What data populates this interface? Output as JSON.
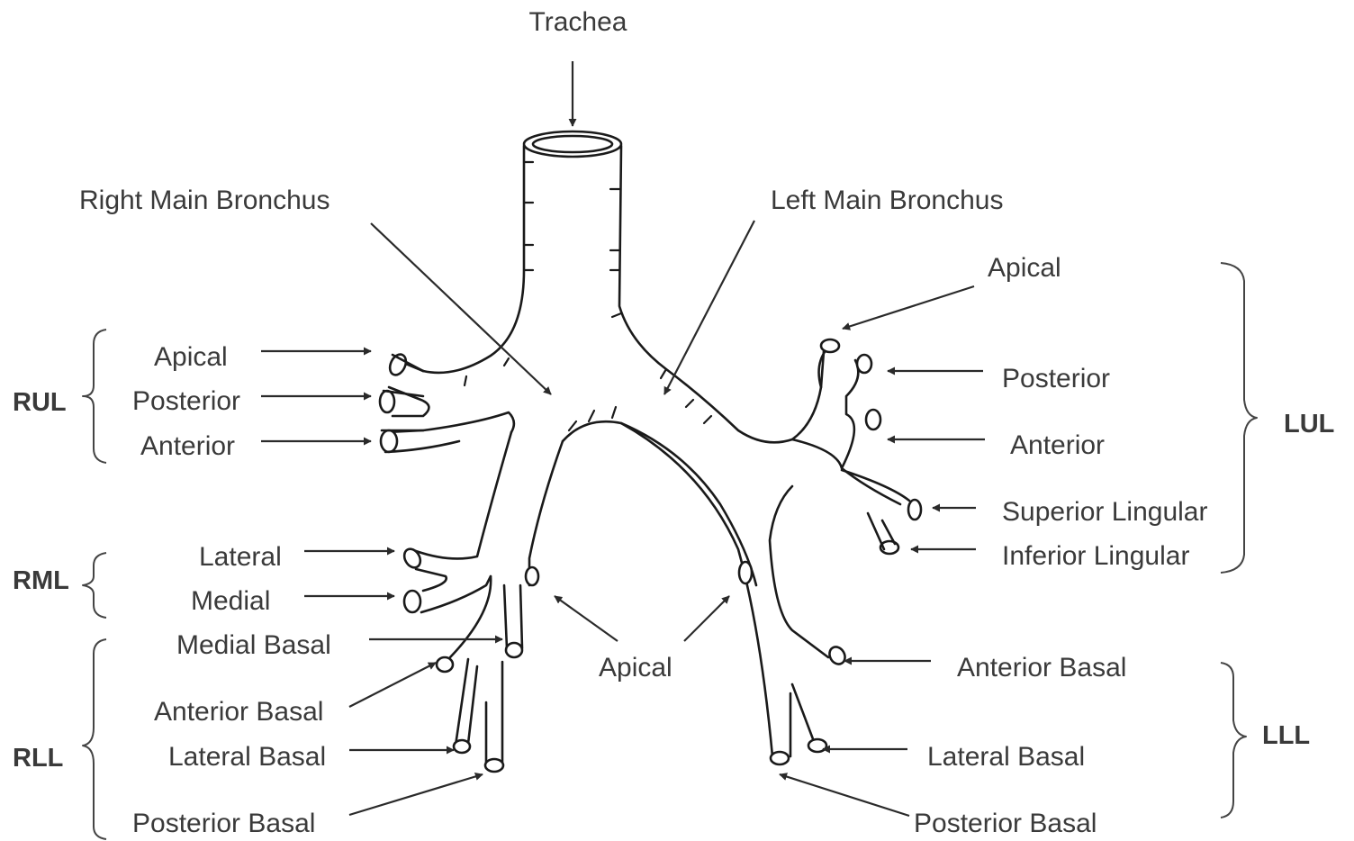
{
  "colors": {
    "ink": "#1a1a1a",
    "text": "#3a3a3a",
    "background": "#ffffff"
  },
  "labels": {
    "trachea": "Trachea",
    "right_main_bronchus": "Right Main Bronchus",
    "left_main_bronchus": "Left Main Bronchus",
    "right": {
      "rul": {
        "lobe": "RUL",
        "segments": [
          "Apical",
          "Posterior",
          "Anterior"
        ]
      },
      "rml": {
        "lobe": "RML",
        "segments": [
          "Lateral",
          "Medial"
        ]
      },
      "rll": {
        "lobe": "RLL",
        "segments": [
          "Medial Basal",
          "Anterior Basal",
          "Lateral Basal",
          "Posterior Basal"
        ]
      }
    },
    "center_apical": "Apical",
    "left": {
      "lul": {
        "lobe": "LUL",
        "segments": [
          "Apical",
          "Posterior",
          "Anterior",
          "Superior Lingular",
          "Inferior Lingular"
        ]
      },
      "lll": {
        "lobe": "LLL",
        "segments": [
          "Anterior Basal",
          "Lateral Basal",
          "Posterior Basal"
        ]
      }
    }
  }
}
